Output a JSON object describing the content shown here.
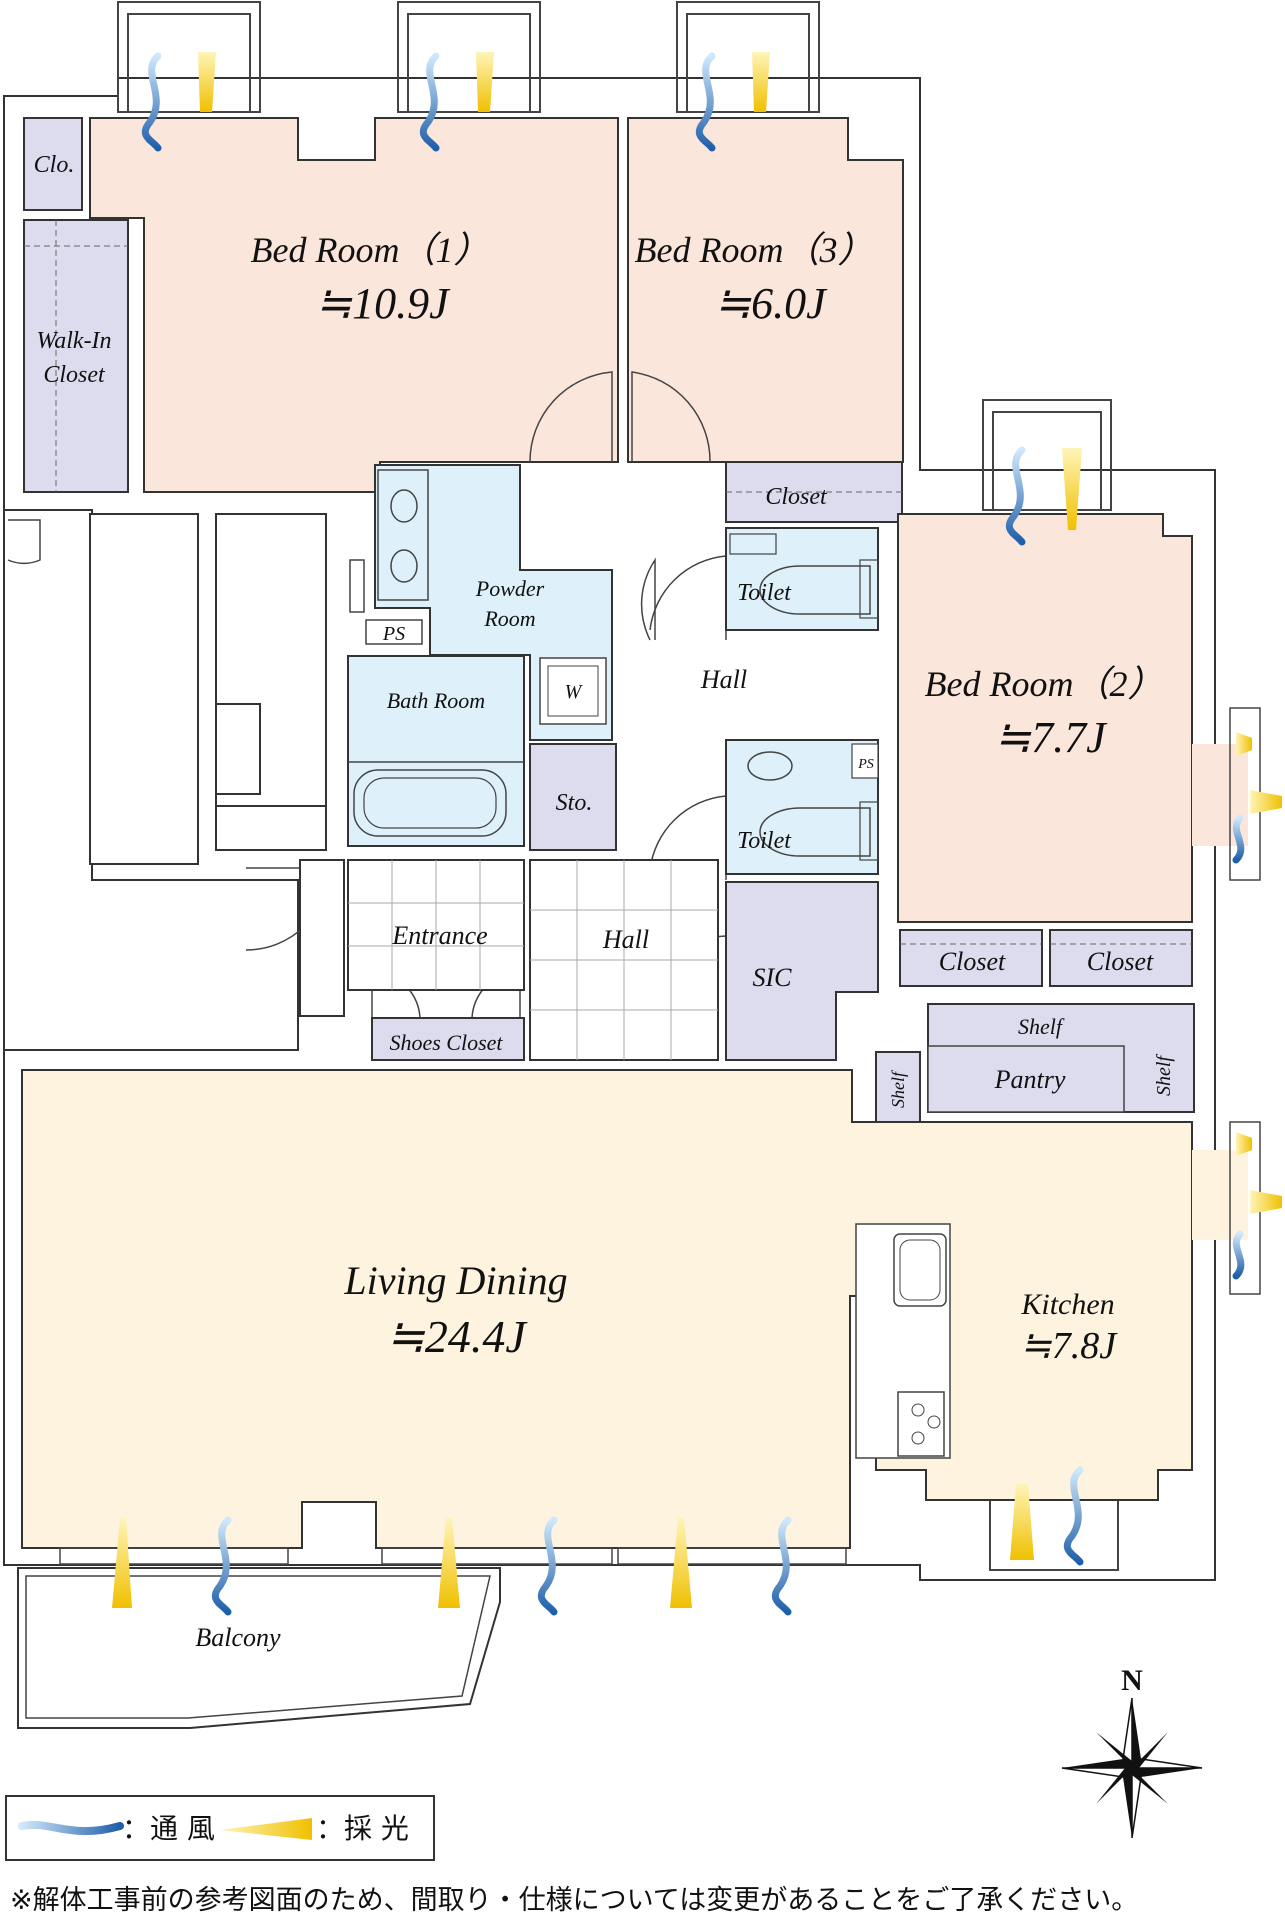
{
  "rooms": {
    "bed1": {
      "name": "Bed Room（1）",
      "size": "≒10.9J"
    },
    "bed3": {
      "name": "Bed Room（3）",
      "size": "≒6.0J"
    },
    "bed2": {
      "name": "Bed Room（2）",
      "size": "≒7.7J"
    },
    "living": {
      "name": "Living Dining",
      "size": "≒24.4J"
    },
    "kitchen": {
      "name": "Kitchen",
      "size": "≒7.8J"
    }
  },
  "labels": {
    "clo": "Clo.",
    "walkin_line1": "Walk-In",
    "walkin_line2": "Closet",
    "closet_top": "Closet",
    "powder_line1": "Powder",
    "powder_line2": "Room",
    "ps1": "PS",
    "ps2": "PS",
    "washer": "W",
    "bath": "Bath Room",
    "toilet1": "Toilet",
    "toilet2": "Toilet",
    "hall1": "Hall",
    "hall2": "Hall",
    "sto": "Sto.",
    "entrance": "Entrance",
    "shoes_closet": "Shoes Closet",
    "sic": "SIC",
    "closet_b2a": "Closet",
    "closet_b2b": "Closet",
    "shelf_top": "Shelf",
    "shelf_left": "Shelf",
    "shelf_right": "Shelf",
    "pantry": "Pantry",
    "balcony": "Balcony",
    "north": "N"
  },
  "legend": {
    "ventilation": "：通 風",
    "daylight": "：採 光"
  },
  "colors": {
    "bedroom": "#fbe6dc",
    "living": "#fdf3de",
    "closet": "#dddcee",
    "wet": "#def0fa",
    "wall": "#333333",
    "wind": "#2a6fb8",
    "light": "#f2c400"
  },
  "footnote": "※解体工事前の参考図面のため、間取り・仕様については変更があることをご了承ください。"
}
